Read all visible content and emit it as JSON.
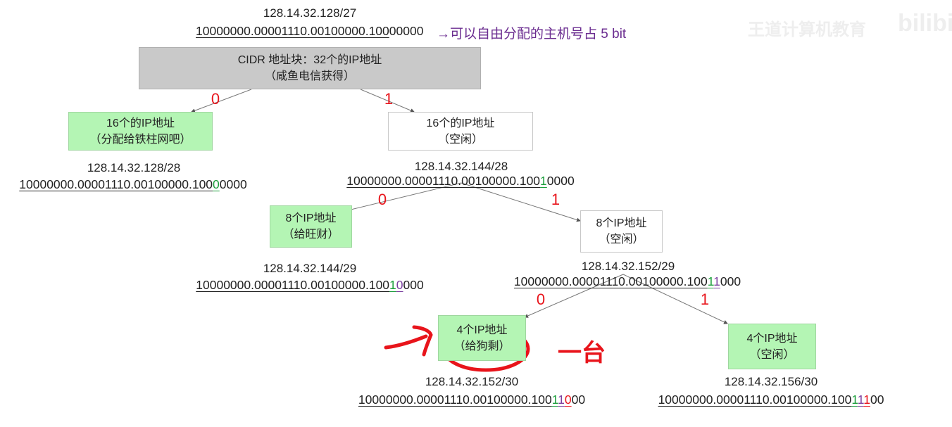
{
  "colors": {
    "green_bit": "#1a9e3a",
    "purple_bit": "#7b3fa0",
    "red_bit": "#e8141b",
    "edge_label": "#e8141b",
    "allocated_box": "#b4f5b4",
    "root_box": "#c9c9c9",
    "annotation": "#6b2d90"
  },
  "watermark": {
    "text": "王道计算机教育",
    "logo": "bilibili"
  },
  "root": {
    "ip": "128.14.32.128/27",
    "bin_prefix": "10000000.00001110.00100000.100",
    "bin_rest": "00000",
    "note": "→可以自由分配的主机号占 5 bit",
    "box_line1": "CIDR 地址块：32个的IP地址",
    "box_line2": "（咸鱼电信获得）"
  },
  "level1": {
    "edge0": "0",
    "edge1": "1",
    "left": {
      "line1": "16个的IP地址",
      "line2": "（分配给铁柱网吧）",
      "ip": "128.14.32.128/28",
      "prefix": "10000000.00001110.00100000.100",
      "g": "0",
      "rest": "0000"
    },
    "right": {
      "line1": "16个的IP地址",
      "line2": "（空闲）",
      "ip": "128.14.32.144/28",
      "prefix": "10000000.00001110.00100000.100",
      "g": "1",
      "rest": "0000"
    }
  },
  "level2": {
    "edge0": "0",
    "edge1": "1",
    "left": {
      "line1": "8个IP地址",
      "line2": "（给旺财）",
      "ip": "128.14.32.144/29",
      "prefix": "10000000.00001110.00100000.100",
      "g": "1",
      "p": "0",
      "rest": "000"
    },
    "right": {
      "line1": "8个IP地址",
      "line2": "（空闲）",
      "ip": "128.14.32.152/29",
      "prefix": "10000000.00001110.00100000.100",
      "g": "1",
      "p": "1",
      "rest": "000"
    }
  },
  "level3": {
    "edge0": "0",
    "edge1": "1",
    "left": {
      "line1": "4个IP地址",
      "line2": "（给狗剩）",
      "ip": "128.14.32.152/30",
      "prefix": "10000000.00001110.00100000.100",
      "g": "1",
      "p": "1",
      "r": "0",
      "rest": "00"
    },
    "right": {
      "line1": "4个IP地址",
      "line2": "（空闲）",
      "ip": "128.14.32.156/30",
      "prefix": "10000000.00001110.00100000.100",
      "g": "1",
      "p": "1",
      "r": "1",
      "rest": "00"
    }
  },
  "handwritten_note": "一台"
}
